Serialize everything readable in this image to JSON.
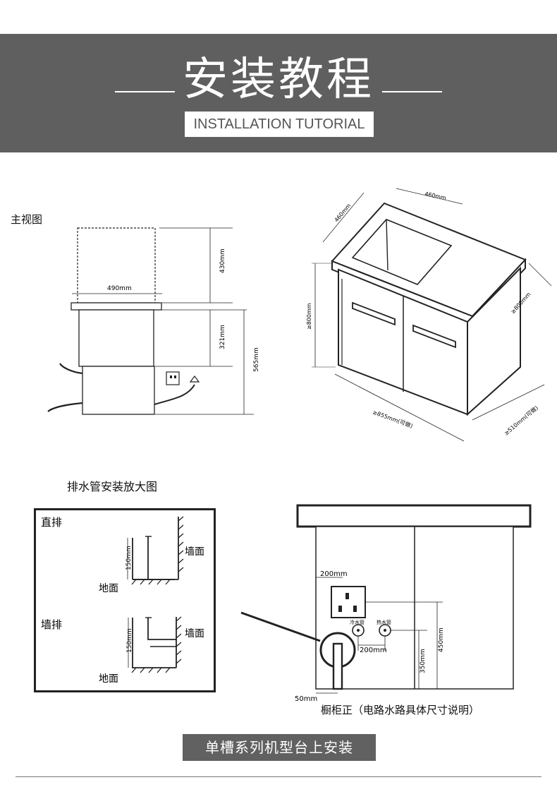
{
  "header": {
    "title": "安装教程",
    "subtitle": "INSTALLATION TUTORIAL"
  },
  "front_view": {
    "label": "主视图",
    "width_label": "490mm",
    "top_height_label": "430mm",
    "mid_height_label": "321mm",
    "total_height_label": "565mm"
  },
  "cabinet_3d": {
    "sink_width_label": "460mm",
    "sink_depth_label": "460mm",
    "height_label": "≥800mm",
    "right_depth_label": "≥800mm",
    "width_label": "≥855mm(可做)",
    "depth_label": "≥510mm(可做)"
  },
  "drain_detail": {
    "title": "排水管安装放大图",
    "straight_label": "直排",
    "wall_drain_label": "墙排",
    "wall_label_1": "墙面",
    "wall_label_2": "墙面",
    "floor_label_1": "地面",
    "floor_label_2": "地面",
    "height_label_1": "150mm",
    "height_label_2": "150mm"
  },
  "cabinet_front": {
    "socket_offset_label": "200mm",
    "cold_water_label": "冷水管",
    "hot_water_label": "热水管",
    "pipe_spacing_label": "200mm",
    "pipe_height_label": "350mm",
    "socket_height_label": "450mm",
    "drain_offset_label": "50mm",
    "caption": "橱柜正（电路水路具体尺寸说明）"
  },
  "footer": {
    "label": "单槽系列机型台上安装"
  }
}
